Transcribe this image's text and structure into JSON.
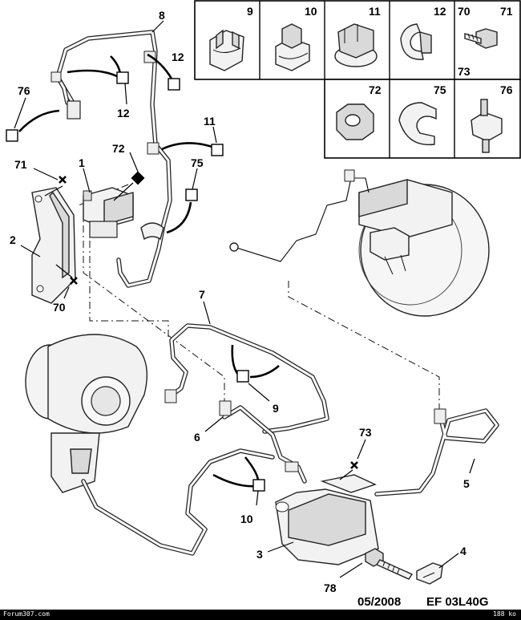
{
  "callouts": {
    "c1": "1",
    "c2": "2",
    "c3": "3",
    "c4": "4",
    "c5": "5",
    "c6": "6",
    "c7": "7",
    "c8": "8",
    "c9": "9",
    "c11": "11",
    "c12a": "12",
    "c12b": "12",
    "c10": "10",
    "c70": "70",
    "c71": "71",
    "c72": "72",
    "c73": "73",
    "c75": "75",
    "c76": "76",
    "c78": "78"
  },
  "legend": {
    "cells": [
      {
        "id": "9",
        "label": "9"
      },
      {
        "id": "10",
        "label": "10"
      },
      {
        "id": "11",
        "label": "11"
      },
      {
        "id": "12",
        "label": "12"
      },
      {
        "id": "70",
        "label": "70"
      },
      {
        "id": "71",
        "label": "71"
      },
      {
        "id": "73",
        "label": "73"
      },
      {
        "id": "72",
        "label": "72"
      },
      {
        "id": "75",
        "label": "75"
      },
      {
        "id": "76",
        "label": "76"
      }
    ]
  },
  "footer": {
    "date": "05/2008",
    "ref": "EF 03L40G",
    "site": "Forum307.com",
    "size": "188 ko"
  }
}
